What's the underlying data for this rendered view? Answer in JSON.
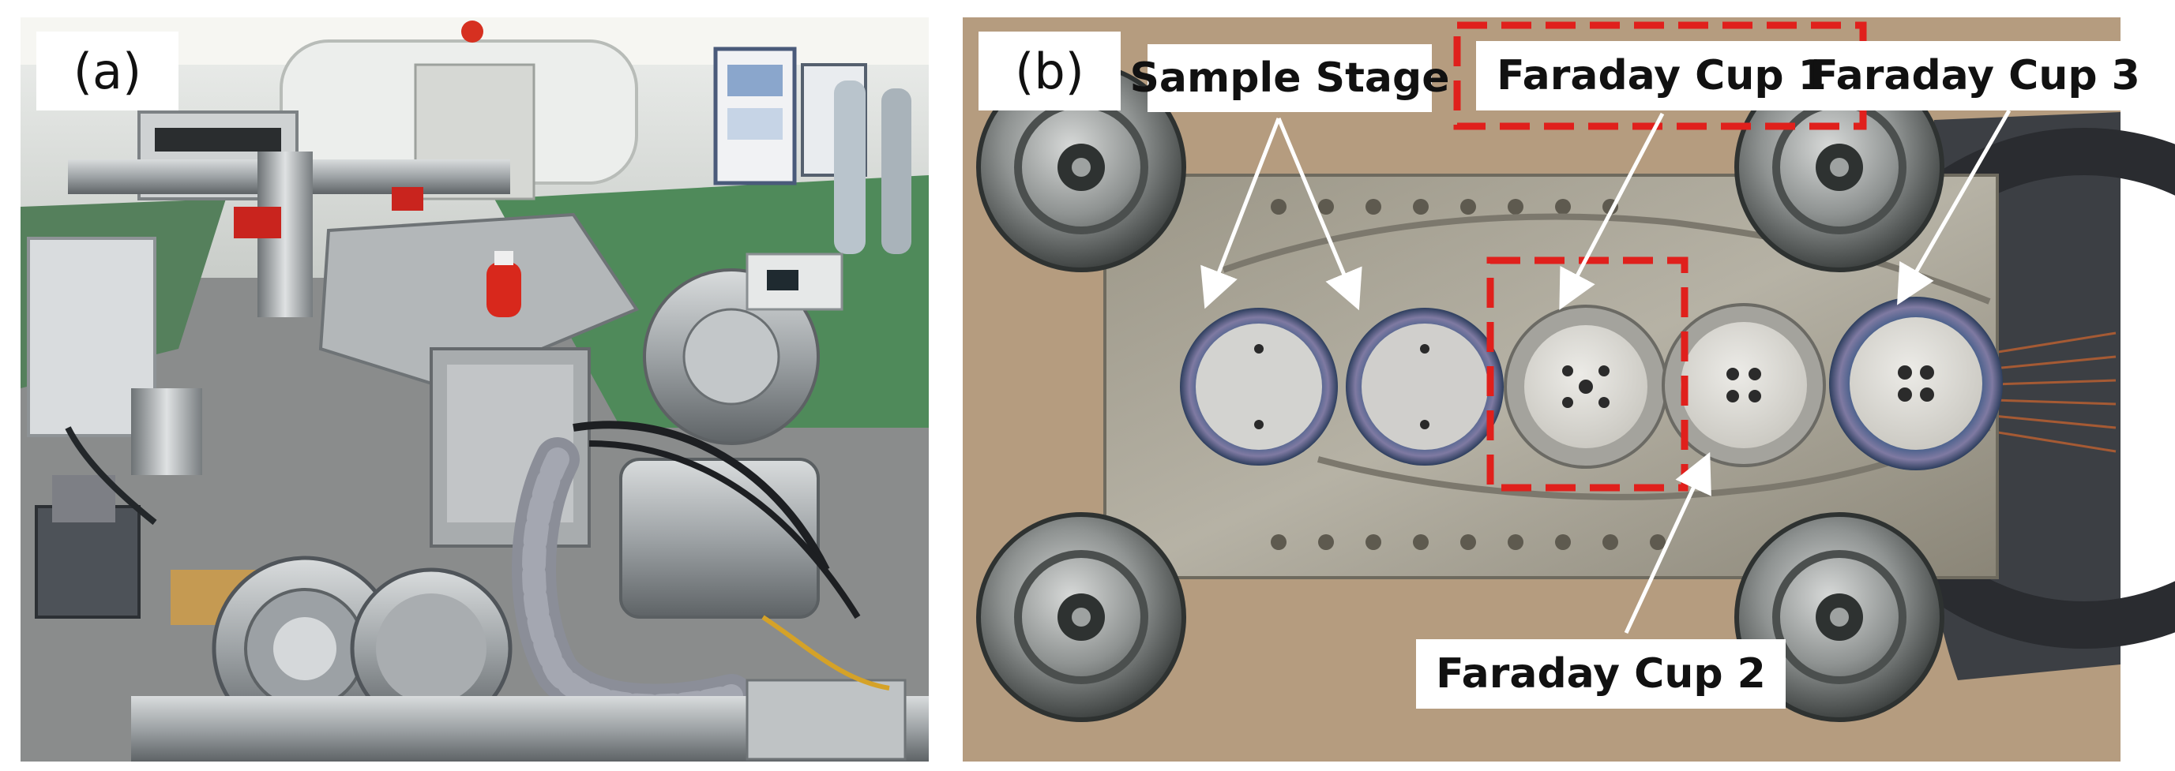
{
  "figure": {
    "panels": [
      {
        "tag": "(a)"
      },
      {
        "tag": "(b)"
      }
    ],
    "callouts": {
      "sample_stage": "Sample Stage",
      "faraday_cup_1": "Faraday Cup 1",
      "faraday_cup_2": "Faraday Cup 2",
      "faraday_cup_3": "Faraday Cup 3"
    },
    "colors": {
      "highlight_box": "#e0201c",
      "arrow": "#ffffff"
    }
  }
}
